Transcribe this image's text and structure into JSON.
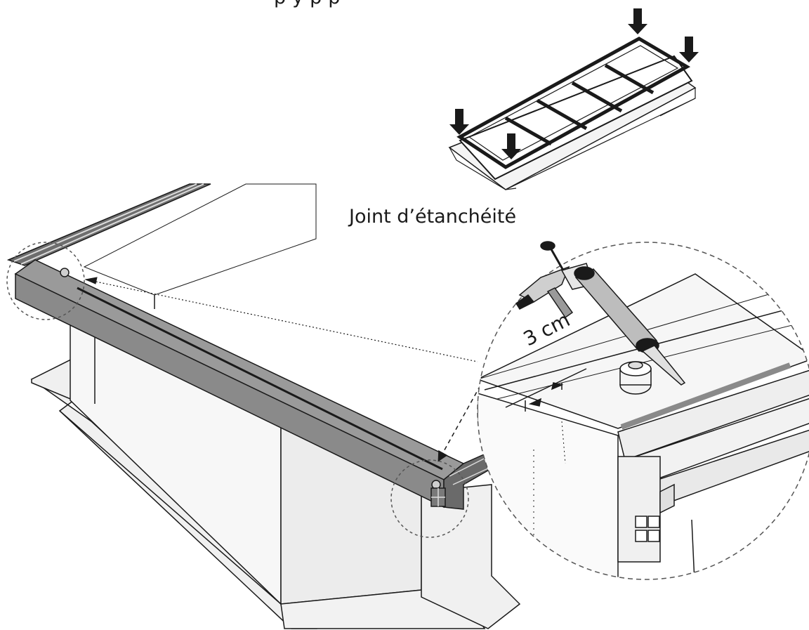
{
  "labels": {
    "top_caption": "p      y   p   p",
    "joint": "Joint d’étanchéité",
    "distance": "3 cm"
  },
  "colors": {
    "line": "#1a1a1a",
    "rail_fill": "#8a8a8a",
    "rail_dark": "#5c5c5c",
    "surface": "#f2f2f2",
    "background": "#ffffff"
  },
  "icons": {
    "press_arrows": "down-arrow-icon",
    "caulk_gun": "caulking-gun-icon",
    "detail_lens": "magnifier-circle-icon"
  }
}
